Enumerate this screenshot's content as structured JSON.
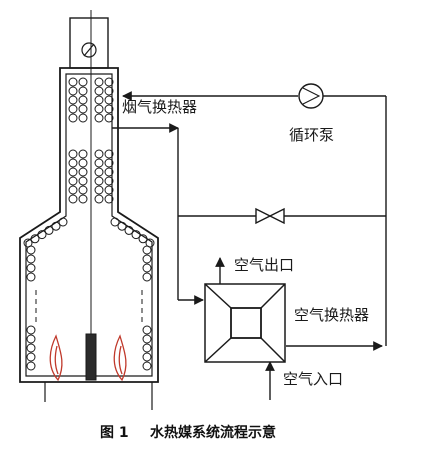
{
  "labels": {
    "flue_gas_heat_exchanger": "烟气换热器",
    "circulation_pump": "循环泵",
    "air_outlet": "空气出口",
    "air_heat_exchanger": "空气换热器",
    "air_inlet": "空气入口"
  },
  "caption": {
    "figure_number": "图 1",
    "title": "水热媒系统流程示意"
  },
  "colors": {
    "line": "#1a1a1a",
    "flame": "#c0392b",
    "background": "#ffffff"
  }
}
